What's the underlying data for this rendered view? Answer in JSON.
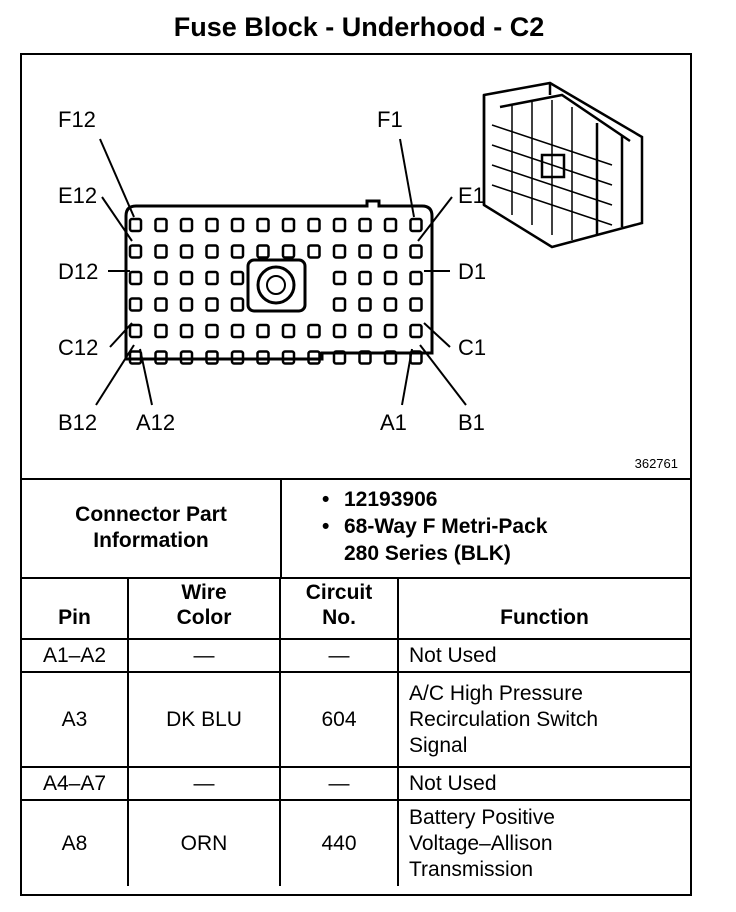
{
  "title": "Fuse Block - Underhood - C2",
  "diagram": {
    "labels": [
      "F12",
      "F1",
      "E12",
      "E1",
      "D12",
      "D1",
      "C12",
      "C1",
      "B12",
      "A12",
      "A1",
      "B1"
    ],
    "figure_number": "362761"
  },
  "part_info": {
    "label": "Connector Part Information",
    "label_lines": [
      "Connector Part",
      "Information"
    ],
    "bullet": "•",
    "items": [
      "12193906",
      "68-Way F Metri-Pack",
      "280 Series (BLK)"
    ]
  },
  "table": {
    "headers": {
      "pin": "Pin",
      "wire_color": [
        "Wire",
        "Color"
      ],
      "circuit": [
        "Circuit",
        "No."
      ],
      "function": "Function"
    },
    "rows": [
      {
        "pin": "A1–A2",
        "wire": "—",
        "circuit": "—",
        "function": [
          "Not Used"
        ]
      },
      {
        "pin": "A3",
        "wire": "DK BLU",
        "circuit": "604",
        "function": [
          "A/C High Pressure",
          "Recirculation Switch",
          "Signal"
        ]
      },
      {
        "pin": "A4–A7",
        "wire": "—",
        "circuit": "—",
        "function": [
          "Not Used"
        ]
      },
      {
        "pin": "A8",
        "wire": "ORN",
        "circuit": "440",
        "function": [
          "Battery Positive",
          "Voltage–Allison",
          "Transmission"
        ]
      }
    ]
  }
}
